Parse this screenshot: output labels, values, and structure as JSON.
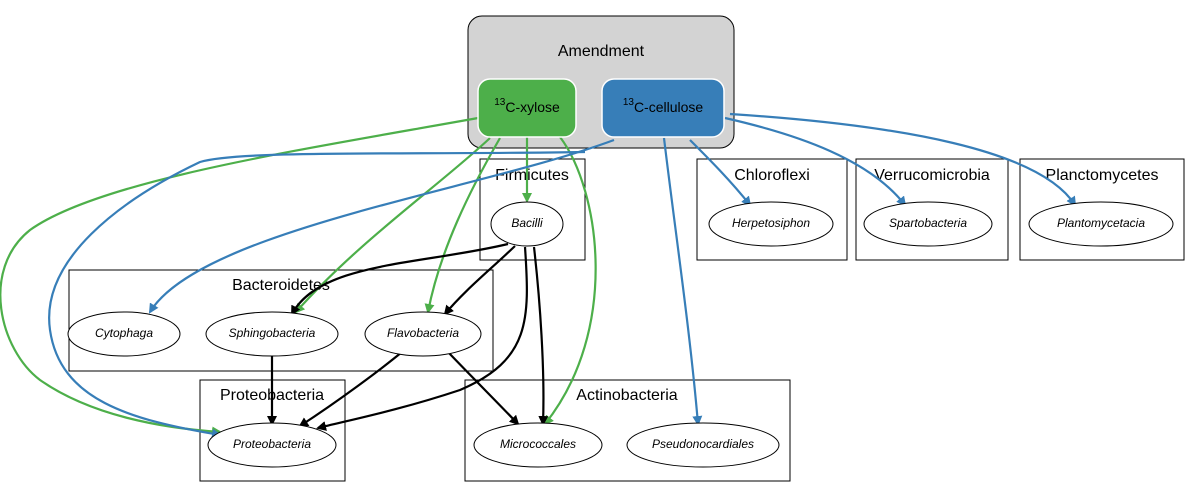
{
  "amendment": {
    "title": "Amendment",
    "xylose_sup": "13",
    "xylose_label": "C-xylose",
    "cellulose_sup": "13",
    "cellulose_label": "C-cellulose"
  },
  "clusters": {
    "firmicutes": "Firmicutes",
    "chloroflexi": "Chloroflexi",
    "verrucomicrobia": "Verrucomicrobia",
    "planctomycetes": "Planctomycetes",
    "bacteroidetes": "Bacteroidetes",
    "proteobacteria": "Proteobacteria",
    "actinobacteria": "Actinobacteria"
  },
  "nodes": {
    "bacilli": "Bacilli",
    "herpetosiphon": "Herpetosiphon",
    "spartobacteria": "Spartobacteria",
    "plantomycetacia": "Plantomycetacia",
    "cytophaga": "Cytophaga",
    "sphingobacteria": "Sphingobacteria",
    "flavobacteria": "Flavobacteria",
    "proteobacteria": "Proteobacteria",
    "micrococcales": "Micrococcales",
    "pseudonocardiales": "Pseudonocardiales"
  },
  "colors": {
    "xylose": "#4daf4a",
    "cellulose": "#377eb8",
    "amendment_bg": "#d3d3d3",
    "black_edge": "#000000"
  }
}
